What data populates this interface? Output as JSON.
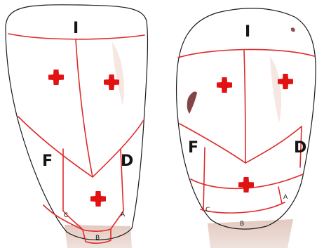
{
  "left_tooth": {
    "label_top": "I",
    "label_left": "F",
    "label_right": "D",
    "label_a": "A",
    "label_b": "B",
    "label_c": "C"
  },
  "right_tooth": {
    "label_top": "I",
    "label_left": "F",
    "label_right": "D",
    "label_a": "A",
    "label_b": "B",
    "label_c": "C"
  },
  "colors": {
    "zone_line": "#e02a2a",
    "marker": "#e31212",
    "enamel": "#e7c2b8",
    "root": "#ecd9d2"
  }
}
